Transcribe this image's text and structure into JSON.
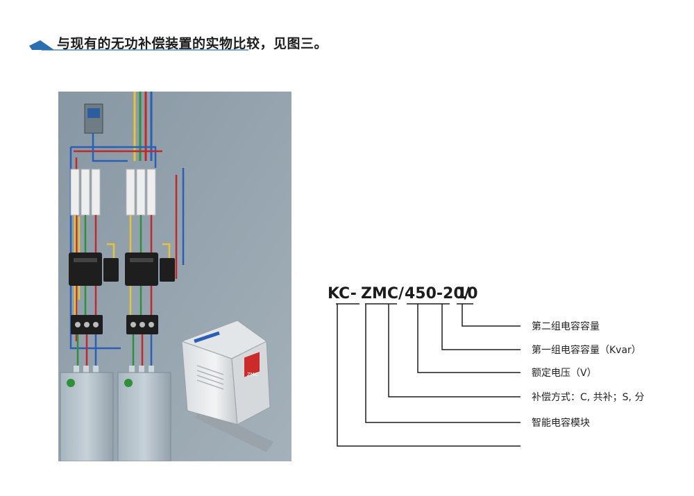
{
  "heading": "与现有的无功补偿装置的实物比较，见图三。",
  "model_code": {
    "part1": "KC-",
    "part2": "ZMC/",
    "part3": "450-20/",
    "part4": "10"
  },
  "descriptions": [
    "第二组电容容量",
    "第一组电容容量（Kvar）",
    "额定电压（V）",
    "补偿方式：C, 共补；S, 分",
    "智能电容模块"
  ],
  "photo_device": {
    "module_badge": "ZMC"
  },
  "colors": {
    "accent": "#2a6fb0",
    "panel": "#8a9aa6",
    "wire_red": "#c0282a",
    "wire_blue": "#2b5fb5",
    "wire_yellow": "#e5c437",
    "wire_green": "#2f8f3a"
  }
}
